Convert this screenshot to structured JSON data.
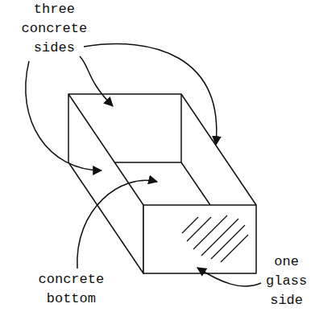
{
  "diagram": {
    "labels": [
      "three concrete sides",
      "concrete bottom",
      "one glass side"
    ]
  }
}
